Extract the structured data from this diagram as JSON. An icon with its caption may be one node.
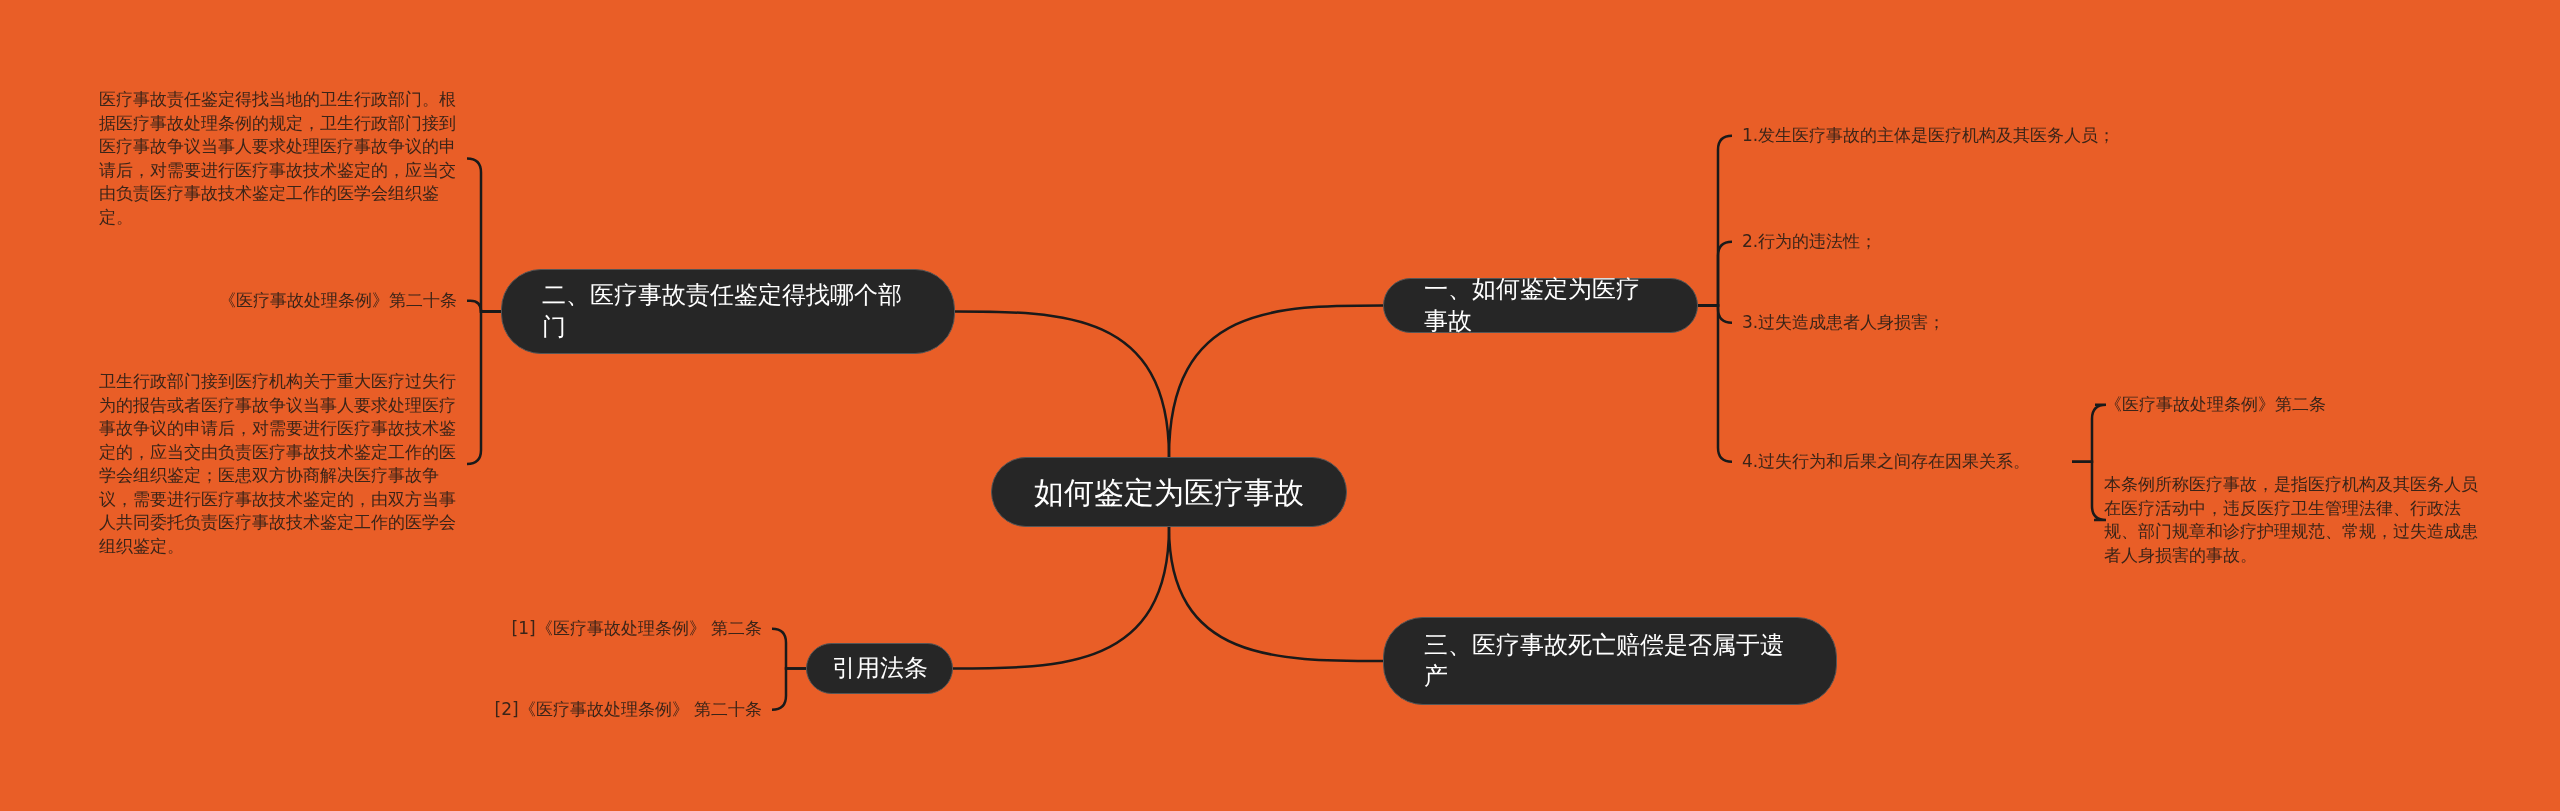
{
  "diagram": {
    "nodes": [
      {
        "text": [
          "如何鉴定为医疗事故"
        ]
      },
      {
        "text": [
          "一、如何鉴定为医疗事故"
        ]
      },
      {
        "text": [
          "1.发生医疗事故的主体是医疗机构及其医务人员；"
        ]
      },
      {
        "text": [
          "2.行为的违法性；"
        ]
      },
      {
        "text": [
          "3.过失造成患者人身损害；"
        ]
      },
      {
        "text": [
          "4.过失行为和后果之间存在因果关系。"
        ]
      },
      {
        "text": [
          "《医疗事故处理条例》第二条"
        ]
      },
      {
        "text": [
          "本条例所称医疗事故，是指医疗机构及其医务人员在医疗活动中，违反医疗卫生管理法律、行政法规、部门规章和诊疗护理规范、常规，过失造成患者人身损害的事故。"
        ]
      },
      {
        "text": [
          "二、医疗事故责任鉴定得找哪个部门"
        ]
      },
      {
        "text": [
          "医疗事故责任鉴定得找当地的卫生行政部门。根据医疗事故处理条例的规定，卫生行政部门接到医疗事故争议当事人要求处理医疗事故争议的申请后，对需要进行医疗事故技术鉴定的，应当交由负责医疗事故技术鉴定工作的医学会组织鉴定。"
        ]
      },
      {
        "text": [
          "《医疗事故处理条例》第二十条"
        ]
      },
      {
        "text": [
          "卫生行政部门接到医疗机构关于重大医疗过失行为的报告或者医疗事故争议当事人要求处理医疗事故争议的申请后，对需要进行医疗事故技术鉴定的，应当交由负责医疗事故技术鉴定工作的医学会组织鉴定；医患双方协商解决医疗事故争议，需要进行医疗事故技术鉴定的，由双方当事人共同委托负责医疗事故技术鉴定工作的医学会组织鉴定。"
        ]
      },
      {
        "text": [
          "三、医疗事故死亡赔偿是否属于遗产"
        ]
      },
      {
        "text": [
          "引用法条"
        ]
      },
      {
        "text": [
          "[1]《医疗事故处理条例》 第二条"
        ]
      },
      {
        "text": [
          "[2]《医疗事故处理条例》 第二十条"
        ]
      }
    ],
    "edges": [
      {
        "from": 0,
        "to": 1,
        "arrow": "none"
      },
      {
        "from": 1,
        "to": 2,
        "arrow": "none"
      },
      {
        "from": 1,
        "to": 3,
        "arrow": "none"
      },
      {
        "from": 1,
        "to": 4,
        "arrow": "none"
      },
      {
        "from": 1,
        "to": 5,
        "arrow": "none"
      },
      {
        "from": 5,
        "to": 6,
        "arrow": "none"
      },
      {
        "from": 5,
        "to": 7,
        "arrow": "none"
      },
      {
        "from": 0,
        "to": 8,
        "arrow": "none"
      },
      {
        "from": 8,
        "to": 9,
        "arrow": "none"
      },
      {
        "from": 8,
        "to": 10,
        "arrow": "none"
      },
      {
        "from": 8,
        "to": 11,
        "arrow": "none"
      },
      {
        "from": 0,
        "to": 12,
        "arrow": "none"
      },
      {
        "from": 0,
        "to": 13,
        "arrow": "none"
      },
      {
        "from": 13,
        "to": 14,
        "arrow": "none"
      },
      {
        "from": 13,
        "to": 15,
        "arrow": "none"
      }
    ]
  }
}
